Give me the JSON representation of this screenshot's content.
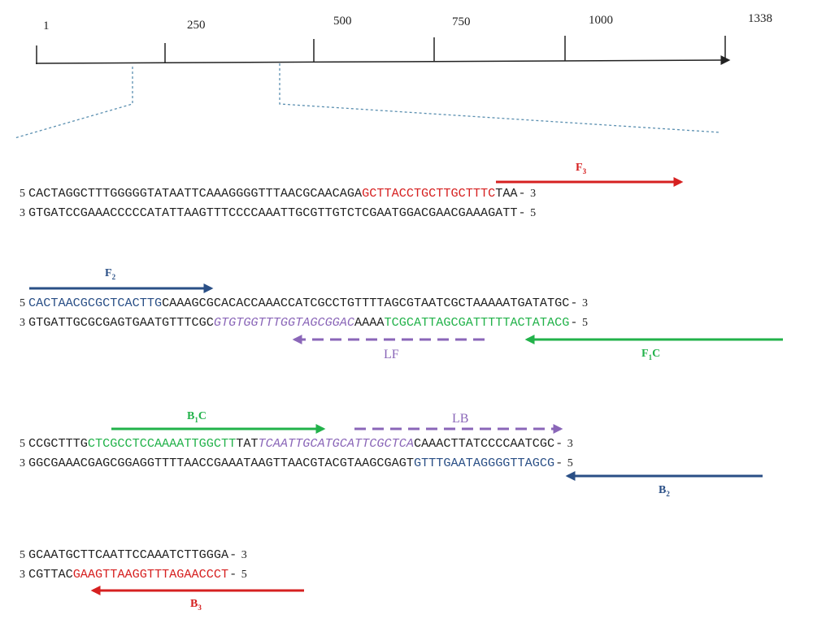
{
  "ruler": {
    "ticks": [
      {
        "label": "1"
      },
      {
        "label": "250"
      },
      {
        "label": "500"
      },
      {
        "label": "750"
      },
      {
        "label": "1000"
      },
      {
        "label": "1338"
      }
    ]
  },
  "colors": {
    "text": "#222222",
    "red": "#d62020",
    "navy": "#2a4f86",
    "green": "#22b24a",
    "purple": "#8a66b8",
    "zoom_line": "#5a8fb0"
  },
  "sequences": [
    {
      "rows": [
        {
          "end_left": "5",
          "end_right": "3",
          "segments": [
            {
              "text": "CACTAGGCTTTGGGGGTATAATTCAAAGGGGTTTAACGCAACAGA",
              "color": "plain"
            },
            {
              "text": "GCTTACCTGCTTGCTTTC",
              "color": "red"
            },
            {
              "text": "TAA",
              "color": "plain"
            }
          ]
        },
        {
          "end_left": "3",
          "end_right": "5",
          "segments": [
            {
              "text": "GTGATCCGAAACCCCCATATTAAGTTTCCCCAAATTGCGTTGTCTCGAATGGACGAACGAAAGATT",
              "color": "plain"
            }
          ]
        }
      ]
    },
    {
      "rows": [
        {
          "end_left": "5",
          "end_right": "3",
          "segments": [
            {
              "text": "CACTAACGCGCTCACTTG",
              "color": "navy"
            },
            {
              "text": "CAAAGCGCACACCAAACCATCGCCTGTTTTAGCGTAATCGCTAAAAATGATATGC",
              "color": "plain"
            }
          ]
        },
        {
          "end_left": "3",
          "end_right": "5",
          "segments": [
            {
              "text": "GTGATTGCGCGAGTGAATGTTTCGC",
              "color": "plain"
            },
            {
              "text": "GTGTGGTTTGGTAGCGGAC",
              "color": "purple"
            },
            {
              "text": "AAAA",
              "color": "plain"
            },
            {
              "text": "TCGCATTAGCGATTTTTACTATACG",
              "color": "green"
            }
          ]
        }
      ]
    },
    {
      "rows": [
        {
          "end_left": "5",
          "end_right": "3",
          "segments": [
            {
              "text": "CCGCTTTG",
              "color": "plain"
            },
            {
              "text": "CTCGCCTCCAAAATTGGCTT",
              "color": "green"
            },
            {
              "text": "TAT",
              "color": "plain"
            },
            {
              "text": "TCAATTGCATGCATTCGCTCA",
              "color": "purple"
            },
            {
              "text": "CAAACTTATCCCCAATCGC",
              "color": "plain"
            }
          ]
        },
        {
          "end_left": "3",
          "end_right": "5",
          "segments": [
            {
              "text": "GGCGAAACGAGCGGAGGTTTTAACCGAAATAAGTTAACGTACGTAAGCGAGT",
              "color": "plain"
            },
            {
              "text": "GTTTGAATAGGGGTTAGCG",
              "color": "navy"
            }
          ]
        }
      ]
    },
    {
      "rows": [
        {
          "end_left": "5",
          "end_right": "3",
          "segments": [
            {
              "text": "GCAATGCTTCAATTCCAAATCTTGGGA",
              "color": "plain"
            }
          ]
        },
        {
          "end_left": "3",
          "end_right": "5",
          "segments": [
            {
              "text": "CGTTAC",
              "color": "plain"
            },
            {
              "text": "GAAGTTAAGGTTTAGAACCCT",
              "color": "red"
            }
          ]
        }
      ]
    }
  ],
  "primers": [
    {
      "label": "F",
      "sub": "3",
      "color": "red",
      "suffix": ""
    },
    {
      "label": "F",
      "sub": "2",
      "color": "navy",
      "suffix": ""
    },
    {
      "label": "F",
      "sub": "1",
      "color": "green",
      "suffix": "C"
    },
    {
      "label": "B",
      "sub": "1",
      "color": "green",
      "suffix": "C"
    },
    {
      "label": "B",
      "sub": "2",
      "color": "navy",
      "suffix": ""
    },
    {
      "label": "B",
      "sub": "3",
      "color": "red",
      "suffix": ""
    }
  ],
  "loop_primers": [
    {
      "label": "LF",
      "color": "purple"
    },
    {
      "label": "LB",
      "color": "purple"
    }
  ]
}
